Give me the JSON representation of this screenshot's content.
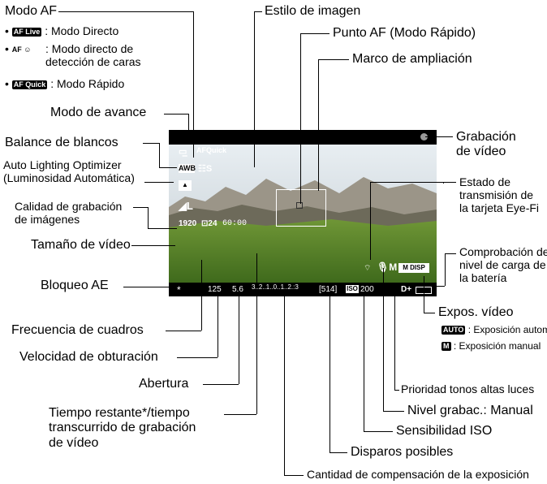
{
  "left_labels": {
    "modo_af": "Modo AF",
    "af_live_icon": "AF Live",
    "af_live": ": Modo Directo",
    "af_face_icon": "AF ☺",
    "af_face": ": Modo directo de\ndetección de caras",
    "af_quick_icon": "AF Quick",
    "af_quick": ": Modo Rápido",
    "modo_avance": "Modo de avance",
    "balance": "Balance de blancos",
    "alo": "Auto Lighting Optimizer\n(Luminosidad Automática)",
    "calidad": "Calidad de grabación\nde imágenes",
    "tamano": "Tamaño de vídeo",
    "bloqueo": "Bloqueo AE",
    "frecuencia": "Frecuencia de cuadros",
    "velocidad": "Velocidad de obturación",
    "abertura": "Abertura",
    "tiempo": "Tiempo restante*/tiempo\ntranscurrido de grabación\nde vídeo"
  },
  "top_labels": {
    "estilo": "Estilo de imagen",
    "punto_af": "Punto AF (Modo Rápido)",
    "marco": "Marco de ampliación"
  },
  "right_labels": {
    "grabacion": "Grabación\nde vídeo",
    "eyefi": "Estado de\ntransmisión de\nla tarjeta Eye-Fi",
    "bateria": "Comprobación del\nnivel de carga de\nla batería",
    "expos_video": "Expos. vídeo",
    "expos_auto_icon": "AUTO",
    "expos_auto": ": Exposición automática",
    "expos_manual_icon": "M",
    "expos_manual": ": Exposición manual",
    "prioridad": "Prioridad tonos altas luces",
    "nivel": "Nivel grabac.: Manual",
    "sensibilidad": "Sensibilidad ISO",
    "disparos": "Disparos posibles",
    "compensacion": "Cantidad de compensación de la exposición"
  },
  "screen": {
    "drive_icon": "drive-mode-icon",
    "af_quick": "AFQuick",
    "wb": "AWB",
    "style": "S",
    "video_size": "1920",
    "frame_rate": "24",
    "time": "60:00",
    "ae_lock": "*",
    "shutter": "125",
    "aperture": "5.6",
    "exp_scale": "3..2..1..0..1..2.:3",
    "shots": "[514]",
    "iso_label": "ISO",
    "iso": "200",
    "highlight": "D+",
    "mic": "M",
    "movie_exp": "M DISP",
    "size_L": "L"
  },
  "colors": {
    "line": "#000000",
    "sky": "#cfd8e0",
    "grass": "#5f8a2c",
    "mountain": "#8a7f6a",
    "rec_dot": "#9a9a9a"
  }
}
